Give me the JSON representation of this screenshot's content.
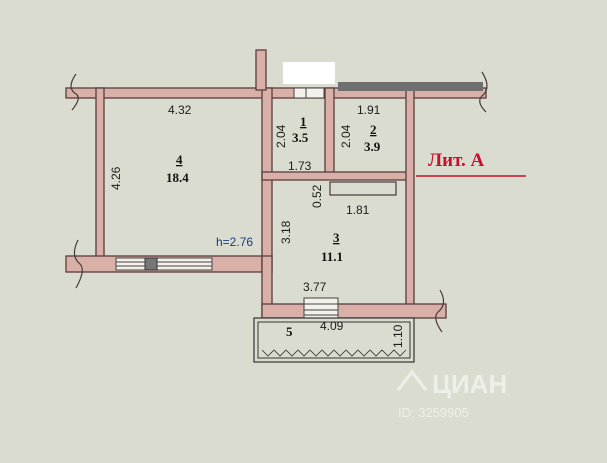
{
  "plan": {
    "title": "Лит. А",
    "ceiling_height": "h=2.76",
    "rooms": [
      {
        "number": "1",
        "area": "3.5"
      },
      {
        "number": "2",
        "area": "3.9"
      },
      {
        "number": "3",
        "area": "11.1"
      },
      {
        "number": "4",
        "area": "18.4"
      },
      {
        "number": "5"
      }
    ],
    "dimensions": {
      "room4_width": "4.32",
      "room4_height": "4.26",
      "room1_height": "2.04",
      "room1_width": "1.73",
      "room2_width": "1.91",
      "room2_height": "2.04",
      "closet_depth": "0.52",
      "closet_width": "1.81",
      "room3_height": "3.18",
      "room3_width": "3.77",
      "balcony_width": "4.09",
      "balcony_depth": "1.10"
    },
    "colors": {
      "wall_fill": "#d8b0a8",
      "wall_outline": "#5b3b3e",
      "title_color": "#c8102e",
      "ceiling_text_color": "#1a3a8a"
    }
  },
  "watermark": {
    "brand": "ЦИАН",
    "id": "ID: 3259905"
  }
}
